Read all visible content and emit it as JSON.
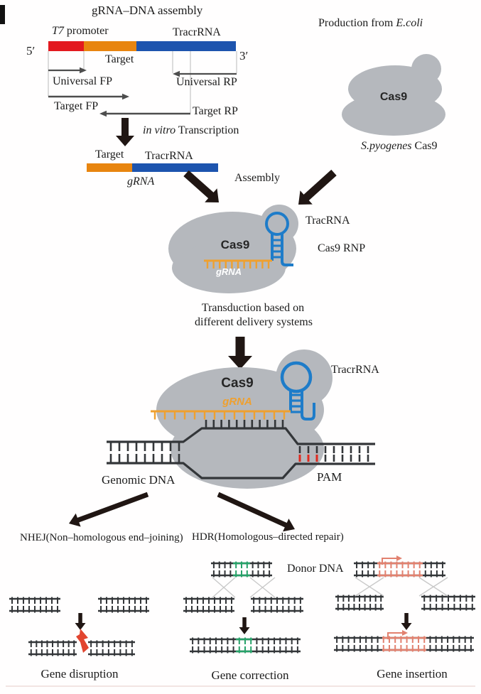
{
  "figure": {
    "top_left": {
      "title": "gRNA–DNA assembly",
      "t7_italic": "T7",
      "t7_rest": " promoter",
      "tracrrna": "TracrRNA",
      "five_prime": "5′",
      "three_prime": "3′",
      "target": "Target",
      "universal_fp": "Universal FP",
      "universal_rp": "Universal RP",
      "target_fp": "Target FP",
      "target_rp": "Target RP",
      "invitro_italic": "in vitro",
      "invitro_rest": " Transcription"
    },
    "top_right": {
      "production_pre": "Production from ",
      "production_italic": "E.coli",
      "cas9": "Cas9",
      "sp_italic": "S.pyogenes",
      "sp_rest": " Cas9"
    },
    "grna_bar": {
      "target": "Target",
      "tracrrna": "TracrRNA",
      "grna": "gRNA"
    },
    "assembly_label": "Assembly",
    "rnp": {
      "cas9": "Cas9",
      "grna": "gRNA",
      "tracrna": "TracRNA",
      "cas9_rnp": "Cas9 RNP"
    },
    "transduction_line1": "Transduction based on",
    "transduction_line2": "different delivery systems",
    "complex": {
      "cas9": "Cas9",
      "grna": "gRNA",
      "tracrrna": "TracrRNA",
      "genomic_dna": "Genomic DNA",
      "pam": "PAM"
    },
    "pathways": {
      "nhej": "NHEJ(Non–homologous end–joining)",
      "hdr": "HDR(Homologous–directed repair)"
    },
    "outcomes": {
      "donor_dna": "Donor DNA",
      "gene_disruption": "Gene disruption",
      "gene_correction": "Gene correction",
      "gene_insertion": "Gene insertion"
    }
  },
  "colors": {
    "red": "#e3191f",
    "orange": "#e8850f",
    "blue_bar": "#1d54ae",
    "hairpin_blue": "#1e7cc9",
    "grna_orange": "#efa02f",
    "protein_gray": "#b5b8bd",
    "dna_dark": "#333639",
    "pam_red": "#e02a20",
    "bolt_red": "#e2452f",
    "green_insert": "#27a269",
    "pink_insert": "#e2816f",
    "arrow_dark": "#201613",
    "primer_gray": "#4d4d4d",
    "guide_gray": "#b9b9b9",
    "cross_gray": "#c9c9c9",
    "bottom_line": "#f2e4e2",
    "white": "#ffffff"
  }
}
